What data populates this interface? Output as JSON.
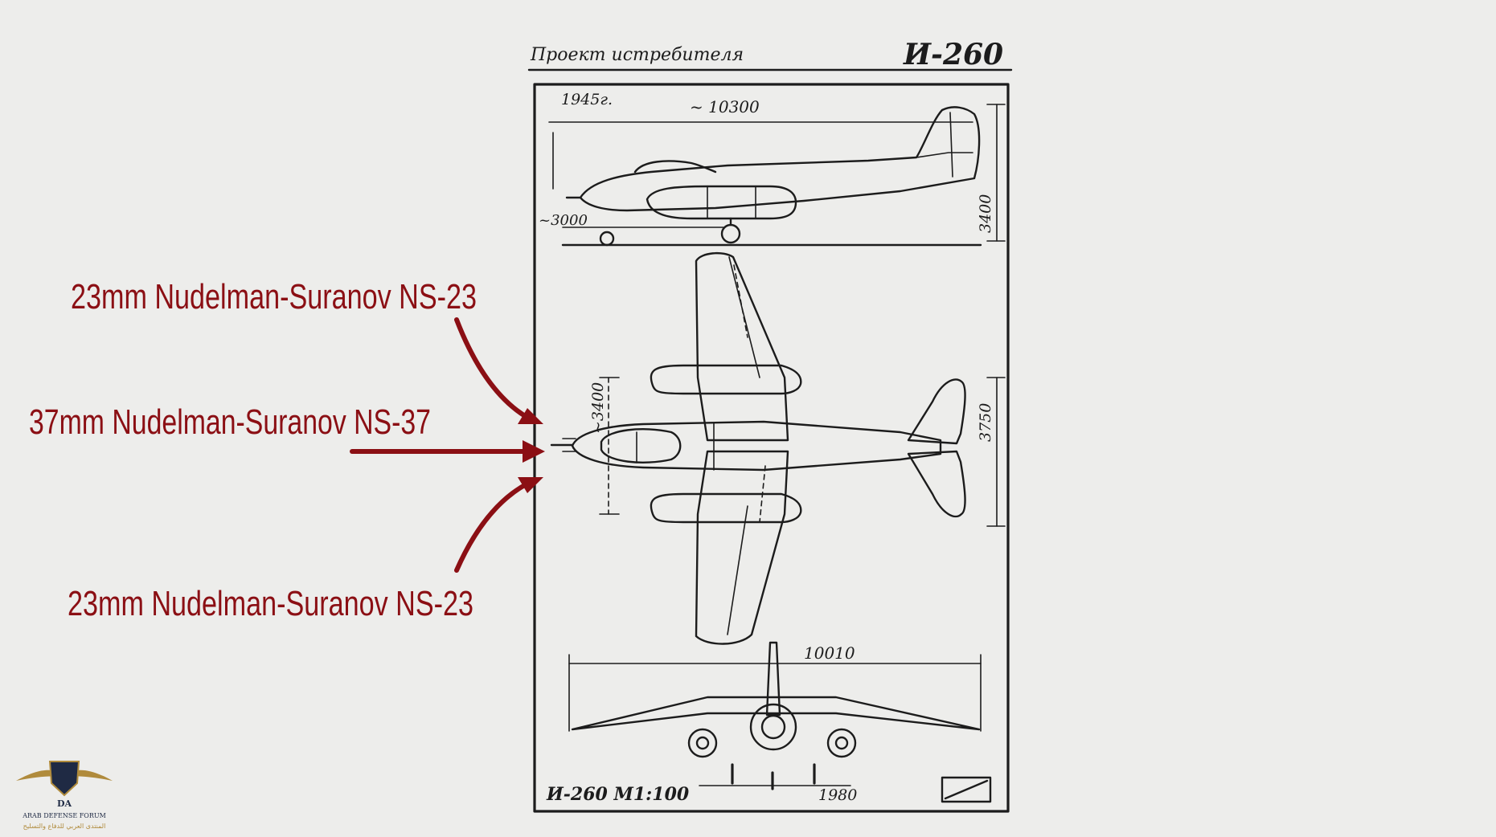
{
  "sheet": {
    "header_label": "Проект истребителя",
    "model": "И-260",
    "year": "1945г.",
    "scale_caption": "И-260 М1:100"
  },
  "dimensions": {
    "length": "~ 10300",
    "nose_to_gear": "~3000",
    "side_height": "3400",
    "engine_spacing": "~3400",
    "tail_span": "3750",
    "wingspan": "10010",
    "track": "1980"
  },
  "annotations": {
    "top_cannon": "23mm Nudelman-Suranov NS-23",
    "center_cannon": "37mm Nudelman-Suranov NS-37",
    "bottom_cannon": "23mm Nudelman-Suranov NS-23",
    "color": "#8b0f14"
  },
  "watermark": {
    "monogram": "DA",
    "name": "ARAB DEFENSE FORUM",
    "arabic": "المنتدى العربي للدفاع والتسليح"
  }
}
